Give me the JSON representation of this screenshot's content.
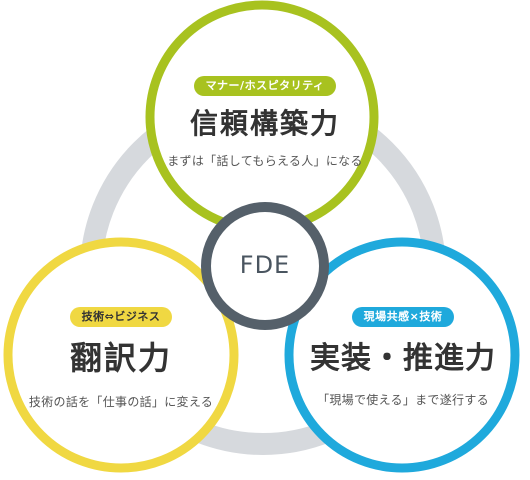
{
  "center": {
    "label": "FDE"
  },
  "top": {
    "tag": "マナー/ホスピタリティ",
    "title": "信頼構築力",
    "description": "まずは「話してもらえる人」になる"
  },
  "left": {
    "tag": "技術⇔ビジネス",
    "title": "翻訳力",
    "description": "技術の話を「仕事の話」に変える"
  },
  "right": {
    "tag": "現場共感×技術",
    "title": "実装・推進力",
    "description": "「現場で使える」まで遂行する"
  },
  "colors": {
    "ring": "#d6d9dd",
    "top": "#a8c21f",
    "left": "#f0d842",
    "right": "#1fa9dc",
    "center_border": "#55606a"
  }
}
